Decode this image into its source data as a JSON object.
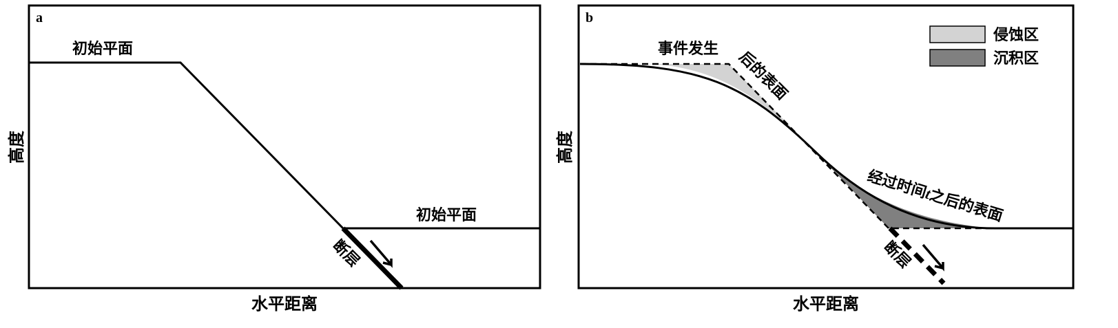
{
  "panel_a": {
    "letter": "a",
    "ylabel": "高度",
    "xlabel": "水平距离",
    "top_surface_label": "初始平面",
    "bottom_surface_label": "初始平面",
    "fault_label": "断层"
  },
  "panel_b": {
    "letter": "b",
    "ylabel": "高度",
    "xlabel": "水平距离",
    "event_label_1": "事件发生",
    "event_label_2": "后的表面",
    "after_label_1": "经过时间",
    "after_label_t": "t",
    "after_label_2": "之后的表面",
    "fault_label": "断层",
    "legend": [
      {
        "label": "侵蚀区",
        "color": "#d3d3d3"
      },
      {
        "label": "沉积区",
        "color": "#808080"
      }
    ]
  },
  "colors": {
    "line": "#000000",
    "erosion": "#d3d3d3",
    "deposition": "#808080"
  },
  "icons": {
    "fault_direction": "arrow-down-right-icon"
  }
}
